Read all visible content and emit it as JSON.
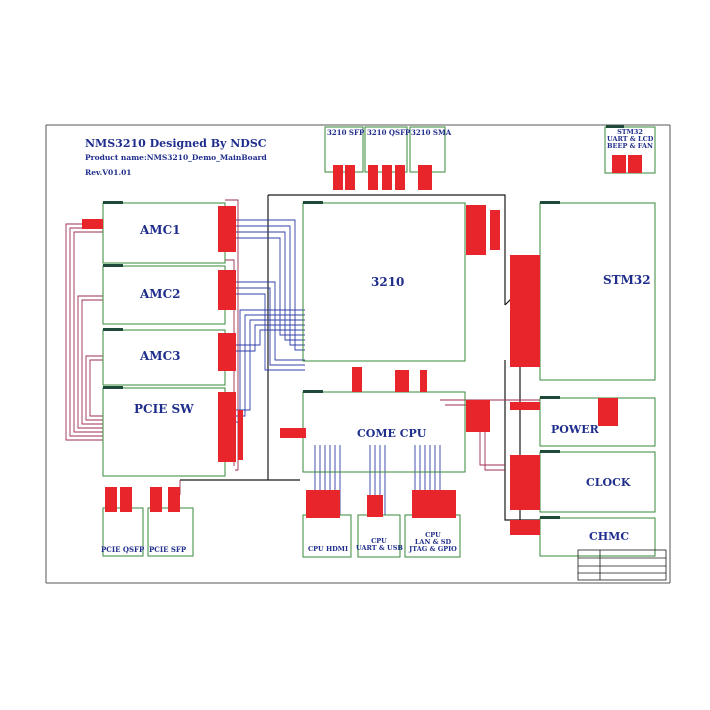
{
  "header": {
    "title": "NMS3210 Designed By NDSC",
    "product": "Product name:NMS3210_Demo_MainBoard",
    "rev": "Rev.V01.01"
  },
  "blocks": {
    "amc1": "AMC1",
    "amc2": "AMC2",
    "amc3": "AMC3",
    "pcie_sw": "PCIE SW",
    "chip_3210": "3210",
    "come_cpu": "COME CPU",
    "stm32": "STM32",
    "power": "POWER",
    "clock": "CLOCK",
    "chmc": "CHMC"
  },
  "connectors": {
    "sfp_3210": "3210 SFP",
    "qsfp_3210": "3210 QSFP",
    "sma_3210": "3210 SMA",
    "stm32_top_line1": "STM32",
    "stm32_top_line2": "UART & LCD",
    "stm32_top_line3": "BEEP & FAN",
    "pcie_qsfp": "PCIE QSFP",
    "pcie_sfp": "PCIE SFP",
    "cpu_hdmi": "CPU HDMI",
    "cpu_uart_line1": "CPU",
    "cpu_uart_line2": "UART & USB",
    "cpu_lan_line1": "CPU",
    "cpu_lan_line2": "LAN & SD",
    "cpu_lan_line3": "JTAG & GPIO"
  },
  "colors": {
    "text_blue": "#1f2e8c",
    "block_green": "#3a8a3a",
    "signal_red": "#e8252b",
    "wire_blue": "#2f3fa8",
    "wire_maroon": "#9c2d4e",
    "wire_black": "#1a1a1a"
  }
}
